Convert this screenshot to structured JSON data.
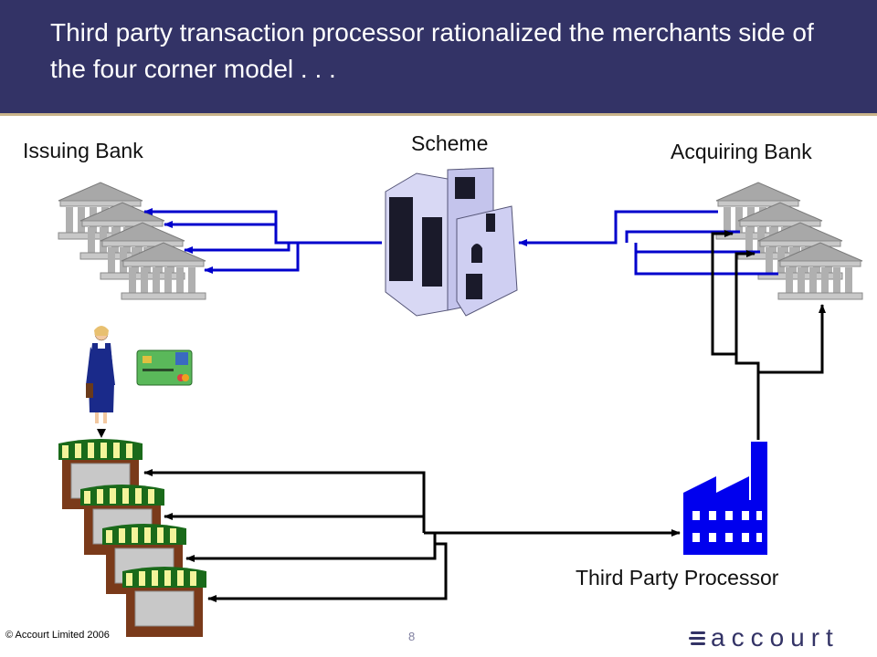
{
  "header": {
    "title": "Third party transaction processor rationalized the merchants side of the four corner model . . ."
  },
  "nodes": {
    "issuing_bank": "Issuing Bank",
    "scheme": "Scheme",
    "acquiring_bank": "Acquiring Bank",
    "third_party_processor": "Third Party Processor"
  },
  "footer": {
    "copyright": "© Accourt Limited 2006",
    "page": "8",
    "logo_text": "accourt"
  },
  "colors": {
    "header_bg": "#333366",
    "header_rule": "#c9b48a",
    "blue_link": "#0000cc",
    "factory": "#0000ee",
    "black_link": "#000000"
  },
  "icons": [
    "bank-icon",
    "office-building-icon",
    "businesswoman-icon",
    "credit-card-icon",
    "shop-icon",
    "factory-icon"
  ]
}
